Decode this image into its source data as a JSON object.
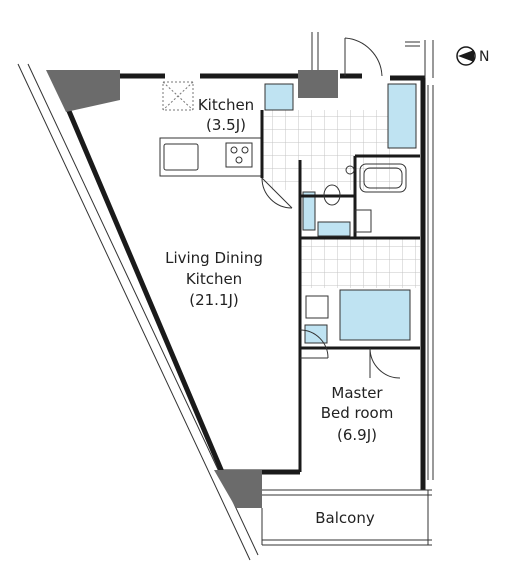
{
  "colors": {
    "wall": "#1a1a1a",
    "column": "#6b6b6b",
    "fixture_blue": "#bfe3f2",
    "tile_line": "#c9c9c9",
    "line": "#333333"
  },
  "compass": {
    "direction": "N",
    "icon": "north-arrow-icon"
  },
  "rooms": {
    "kitchen": {
      "name": "Kitchen",
      "size": "(3.5J)"
    },
    "ldk": {
      "line1": "Living Dining",
      "line2": "Kitchen",
      "size": "(21.1J)"
    },
    "bedroom": {
      "line1": "Master",
      "line2": "Bed room",
      "size": "(6.9J)"
    },
    "balcony": {
      "name": "Balcony"
    }
  }
}
